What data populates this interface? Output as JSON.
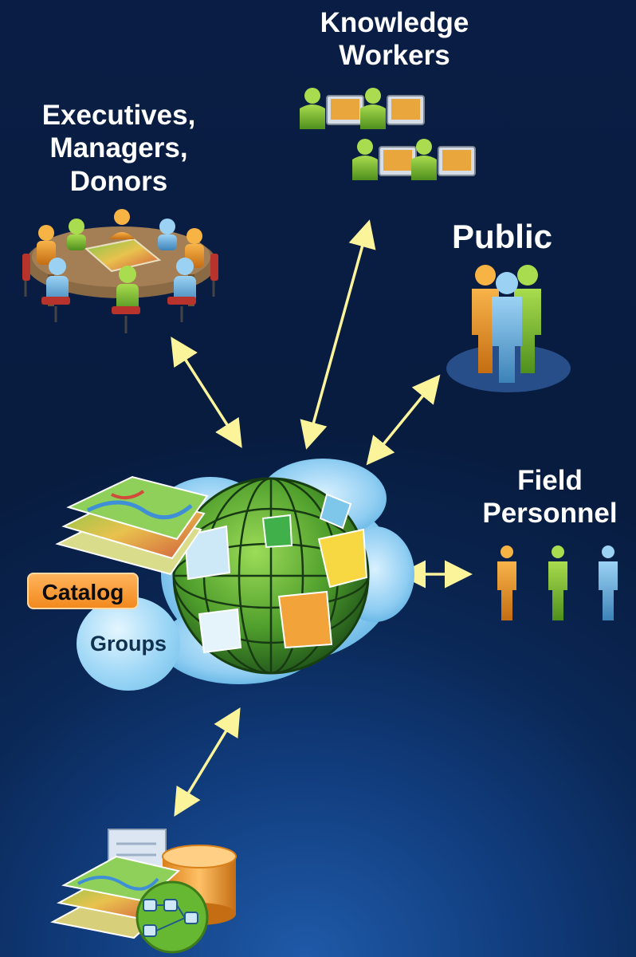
{
  "labels": {
    "knowledge_workers": "Knowledge\nWorkers",
    "executives": "Executives,\nManagers,\nDonors",
    "public": "Public",
    "field_personnel": "Field\nPersonnel",
    "catalog": "Catalog",
    "groups": "Groups"
  },
  "colors": {
    "arrow": "#fbf49b",
    "background": "#0a2755",
    "label_text": "#ffffff",
    "catalog_chip": "#f28a1e",
    "groups_bubble": "#9cd6f6"
  },
  "icons": {
    "knowledge_workers": "people-at-computers-icon",
    "executives": "meeting-table-icon",
    "public": "people-group-icon",
    "field_personnel": "field-people-icon",
    "center": "cloud-globe-icon",
    "data_sources": "data-stack-icon"
  }
}
